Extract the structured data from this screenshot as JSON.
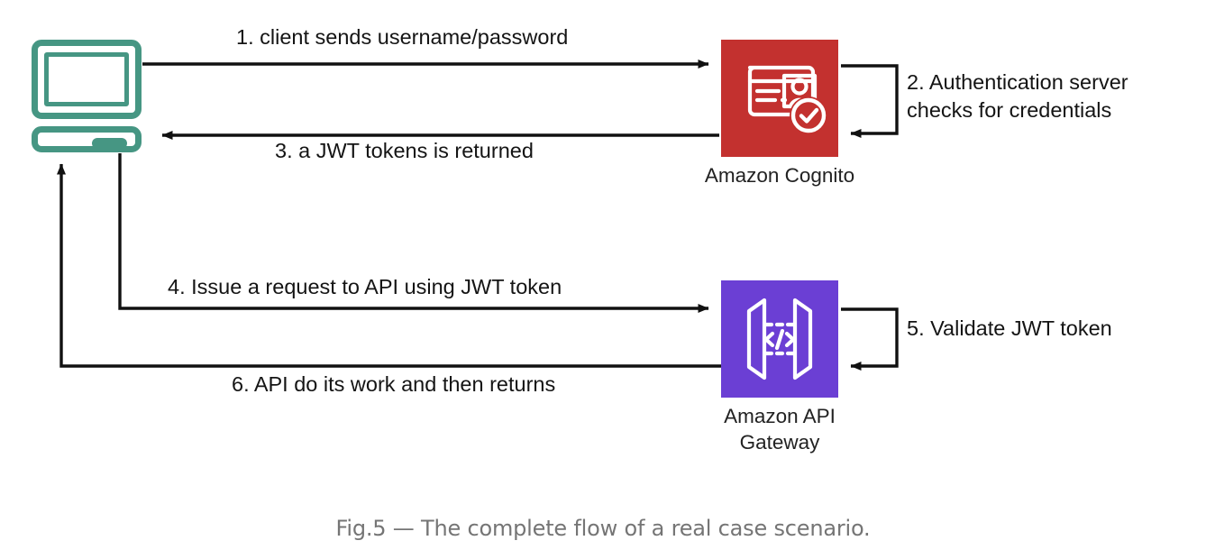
{
  "diagram": {
    "title": "AWS authentication and API authorization flow",
    "caption": "Fig.5 — The complete flow of a real case scenario.",
    "colors": {
      "client_green": "#469683",
      "cognito_red": "#C3312F",
      "api_gateway_purple": "#6B3FD4",
      "arrow_black": "#111111",
      "caption_gray": "#757575"
    },
    "nodes": [
      {
        "id": "client",
        "icon": "computer-icon",
        "label": ""
      },
      {
        "id": "cognito",
        "icon": "amazon-cognito-icon",
        "label": "Amazon Cognito"
      },
      {
        "id": "api-gateway",
        "icon": "amazon-api-gateway-icon",
        "label": "Amazon API\nGateway"
      }
    ],
    "steps": [
      {
        "number": "1",
        "text": "1. client sends username/password"
      },
      {
        "number": "2",
        "text": "2. Authentication server\nchecks for credentials"
      },
      {
        "number": "3",
        "text": "3. a JWT tokens is returned"
      },
      {
        "number": "4",
        "text": "4. Issue a request to API using JWT token"
      },
      {
        "number": "5",
        "text": "5. Validate JWT token"
      },
      {
        "number": "6",
        "text": "6. API do its work and then returns"
      }
    ]
  }
}
